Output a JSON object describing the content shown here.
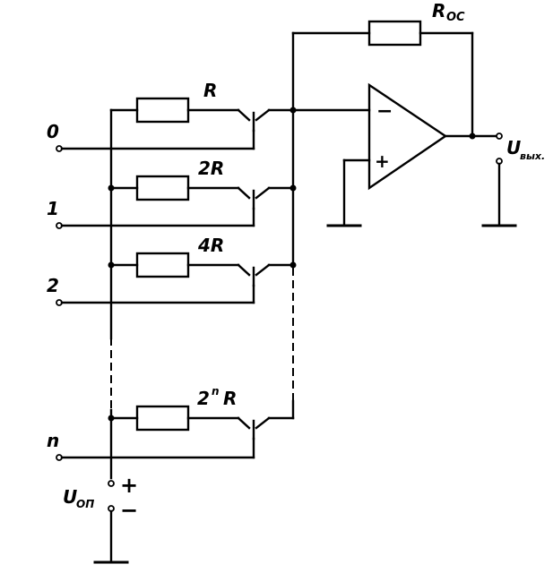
{
  "labels": {
    "feedback_resistor_main": "R",
    "feedback_resistor_sub": "OC",
    "output_voltage_main": "U",
    "output_voltage_sub": "вых.",
    "ref_voltage_main": "U",
    "ref_voltage_sub": "ОП",
    "ref_plus": "+",
    "ref_minus": "−",
    "opamp_inverting": "−",
    "opamp_noninverting": "+"
  },
  "stages": [
    {
      "input": "0",
      "resistor": "R",
      "exp": ""
    },
    {
      "input": "1",
      "resistor": "2R",
      "exp": ""
    },
    {
      "input": "2",
      "resistor": "4R",
      "exp": ""
    },
    {
      "input": "n",
      "resistor": "2",
      "exp": "n",
      "suffix": "R"
    }
  ]
}
